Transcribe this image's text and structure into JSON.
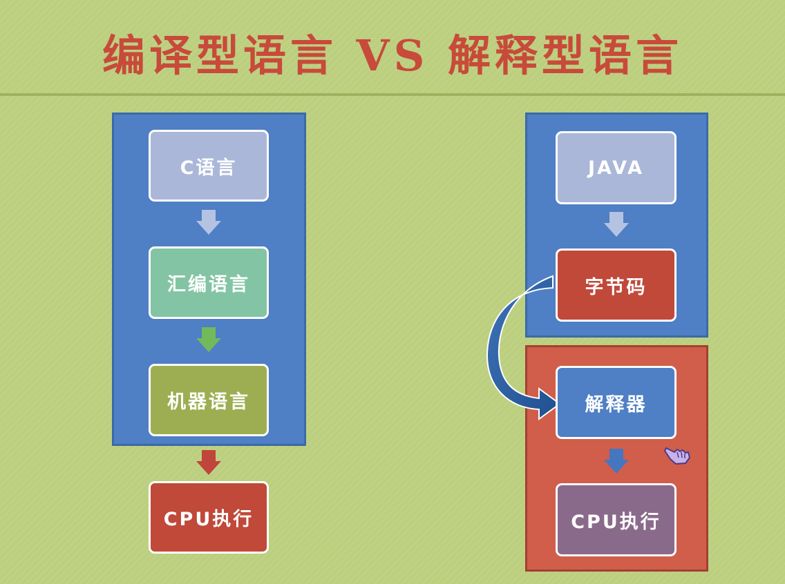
{
  "title": "编译型语言 VS 解释型语言",
  "compiled": {
    "steps": [
      "C语言",
      "汇编语言",
      "机器语言"
    ],
    "execute": "CPU执行"
  },
  "interpreted": {
    "steps": [
      "JAVA",
      "字节码"
    ],
    "interpreter": "解释器",
    "execute": "CPU执行"
  },
  "colors": {
    "background": "#bccf7f",
    "title": "#c84a3a",
    "panel_blue": "#4f7fc4",
    "panel_red": "#d05e4a",
    "box_lavender": "#aab7d8",
    "box_teal": "#83c4a4",
    "box_olive": "#9dae52",
    "box_red": "#c0493a",
    "box_blue": "#4f7fc4",
    "box_purple": "#8a6a8a"
  }
}
